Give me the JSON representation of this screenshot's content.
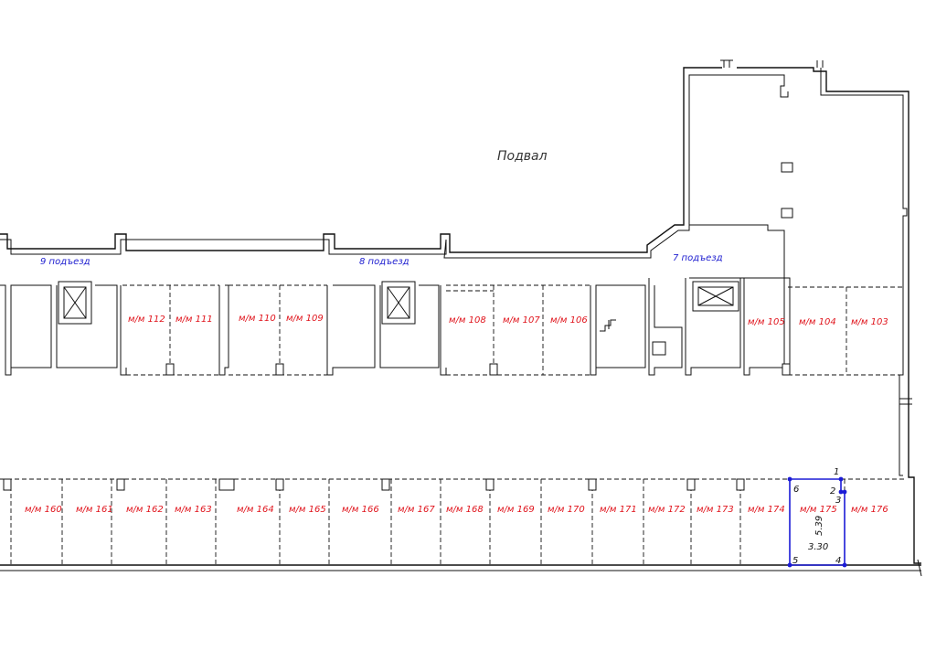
{
  "title": "Подвал",
  "entrances": [
    {
      "label": "9 подъезд"
    },
    {
      "label": "8 подъезд"
    },
    {
      "label": "7 подъезд"
    }
  ],
  "upper_spaces": [
    "м/м 112",
    "м/м 111",
    "м/м 110",
    "м/м 109",
    "м/м 108",
    "м/м 107",
    "м/м 106",
    "м/м 105",
    "м/м 104",
    "м/м 103"
  ],
  "lower_spaces": [
    "м/м 160",
    "м/м 161",
    "м/м 162",
    "м/м 163",
    "м/м 164",
    "м/м 165",
    "м/м 166",
    "м/м 167",
    "м/м 168",
    "м/м 169",
    "м/м 170",
    "м/м 171",
    "м/м 172",
    "м/м 173",
    "м/м 174",
    "м/м 175",
    "м/м 176"
  ],
  "selected_space": {
    "name": "м/м 175",
    "length": "5.39",
    "width": "3.30",
    "vertices": [
      "1",
      "2",
      "3",
      "4",
      "5",
      "6"
    ],
    "outline_color": "#1b1bd6"
  },
  "colors": {
    "space_label": "#e0141c",
    "entrance_label": "#2020d0"
  }
}
